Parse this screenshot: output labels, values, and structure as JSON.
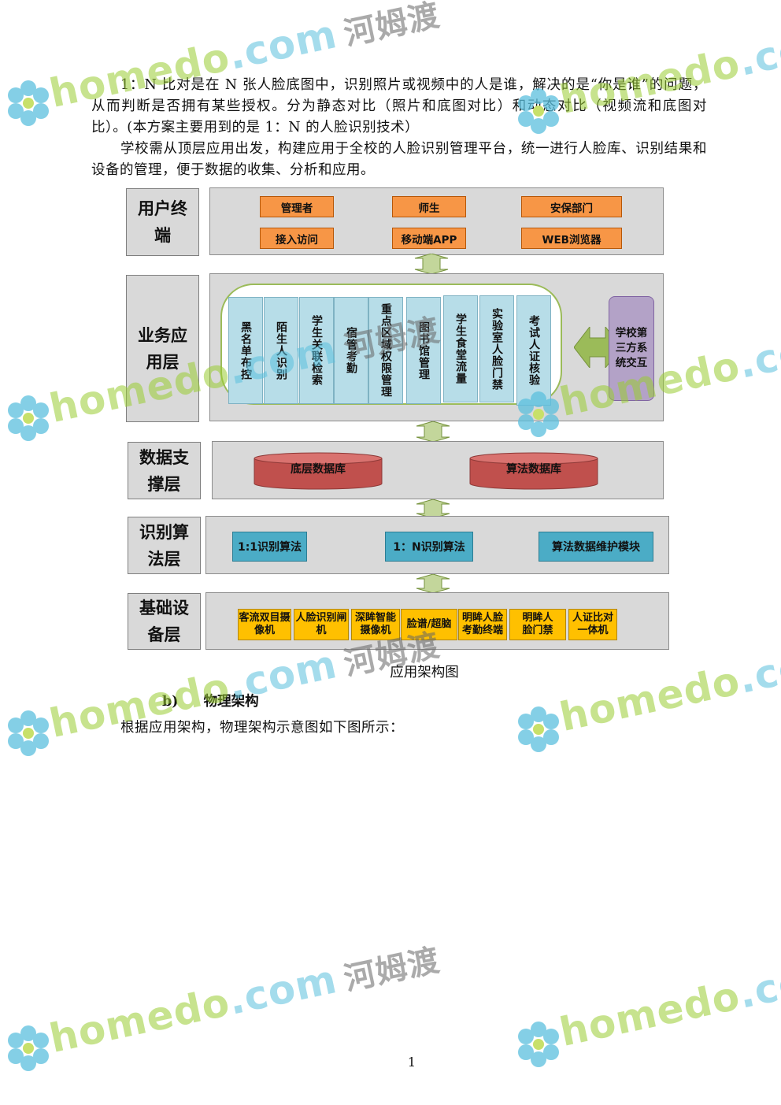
{
  "paragraphs": {
    "p1": "1：N 比对是在 N 张人脸底图中，识别照片或视频中的人是谁，解决的是“你是谁”的问题，从而判断是否拥有某些授权。分为静态对比（照片和底图对比）和动态对比（视频流和底图对比）。(本方案主要用到的是 1：N 的人脸识别技术）",
    "p2": "学校需从顶层应用出发，构建应用于全校的人脸识别管理平台，统一进行人脸库、识别结果和设备的管理，便于数据的收集、分析和应用。"
  },
  "diagram": {
    "layers": {
      "user": "用户终端",
      "business": "业务应用层",
      "data": "数据支撑层",
      "algo": "识别算法层",
      "device": "基础设备层"
    },
    "user_boxes": [
      "管理者",
      "师生",
      "安保部门",
      "接入访问",
      "移动端APP",
      "WEB浏览器"
    ],
    "business_columns": [
      "黑名单布控",
      "陌生人识别",
      "学生关联检索",
      "宿管考勤",
      "重点区域权限管理",
      "图书馆管理",
      "学生食堂流量",
      "实验室人脸门禁",
      "考试人证核验"
    ],
    "third_party": "学校第三方系统交互",
    "databases": [
      "底层数据库",
      "算法数据库"
    ],
    "algorithms": [
      "1:1识别算法",
      "1：N识别算法",
      "算法数据维护模块"
    ],
    "devices": [
      "客流双目摄像机",
      "人脸识别闸机",
      "深眸智能摄像机",
      "脸谱/超脑",
      "明眸人脸考勤终端",
      "明眸人脸门禁",
      "人证比对一体机"
    ],
    "caption": "应用架构图",
    "colors": {
      "panel": "#d9d9d9",
      "orange": "#f79646",
      "lightblue": "#b7dde8",
      "teal": "#4bacc6",
      "yellow": "#ffc000",
      "red": "#c0504d",
      "purple": "#b3a2c7",
      "arrow_green": "#c3d69b"
    }
  },
  "section": {
    "number": "b)",
    "title": "物理架构",
    "text": "根据应用架构，物理架构示意图如下图所示："
  },
  "page_number": "1",
  "watermark": {
    "brand": "homedo",
    "suffix": ".com",
    "cn": "河姆渡"
  }
}
